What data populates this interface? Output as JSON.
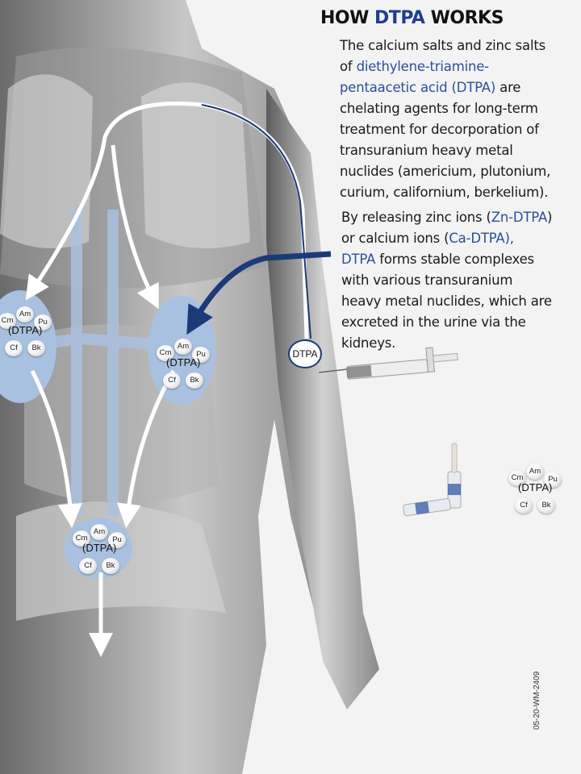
{
  "title": {
    "prefix": "HOW ",
    "highlight": "DTPA",
    "suffix": " WORKS"
  },
  "paragraph1": {
    "l1": "The calcium salts and zinc salts",
    "l2a": "of ",
    "l2b": "diethylene-triamine-",
    "l3a": "pentaacetic acid (DTPA)",
    "l3b": " are",
    "l4": "chelating agents for long-term",
    "l5": "treatment for decorporation of",
    "l6": "transuranium heavy metal",
    "l7": "nuclides (americium, plutonium,",
    "l8": "curium, californium, berkelium)."
  },
  "paragraph2": {
    "l1a": "By releasing zinc ions (",
    "l1b": "Zn-DTPA",
    "l1c": ")",
    "l2a": "or calcium ions (",
    "l2b": "Ca-DTPA),",
    "l3a": "DTPA",
    "l3b": " forms stable complexes",
    "l4": "with various transuranium",
    "l5": "heavy metal nuclides, which are",
    "l6": "excreted in the urine via the",
    "l7": "kidneys."
  },
  "complex": {
    "core": "(DTPA)",
    "cm": "Cm",
    "am": "Am",
    "pu": "Pu",
    "cf": "Cf",
    "bk": "Bk"
  },
  "injection_label": "DTPA",
  "document_code": "05-20-WM-2409",
  "colors": {
    "accent": "#2b4f9c",
    "arrow": "#1d3a78",
    "organ": "#a9c1e0",
    "background": "#f3f3f3"
  }
}
